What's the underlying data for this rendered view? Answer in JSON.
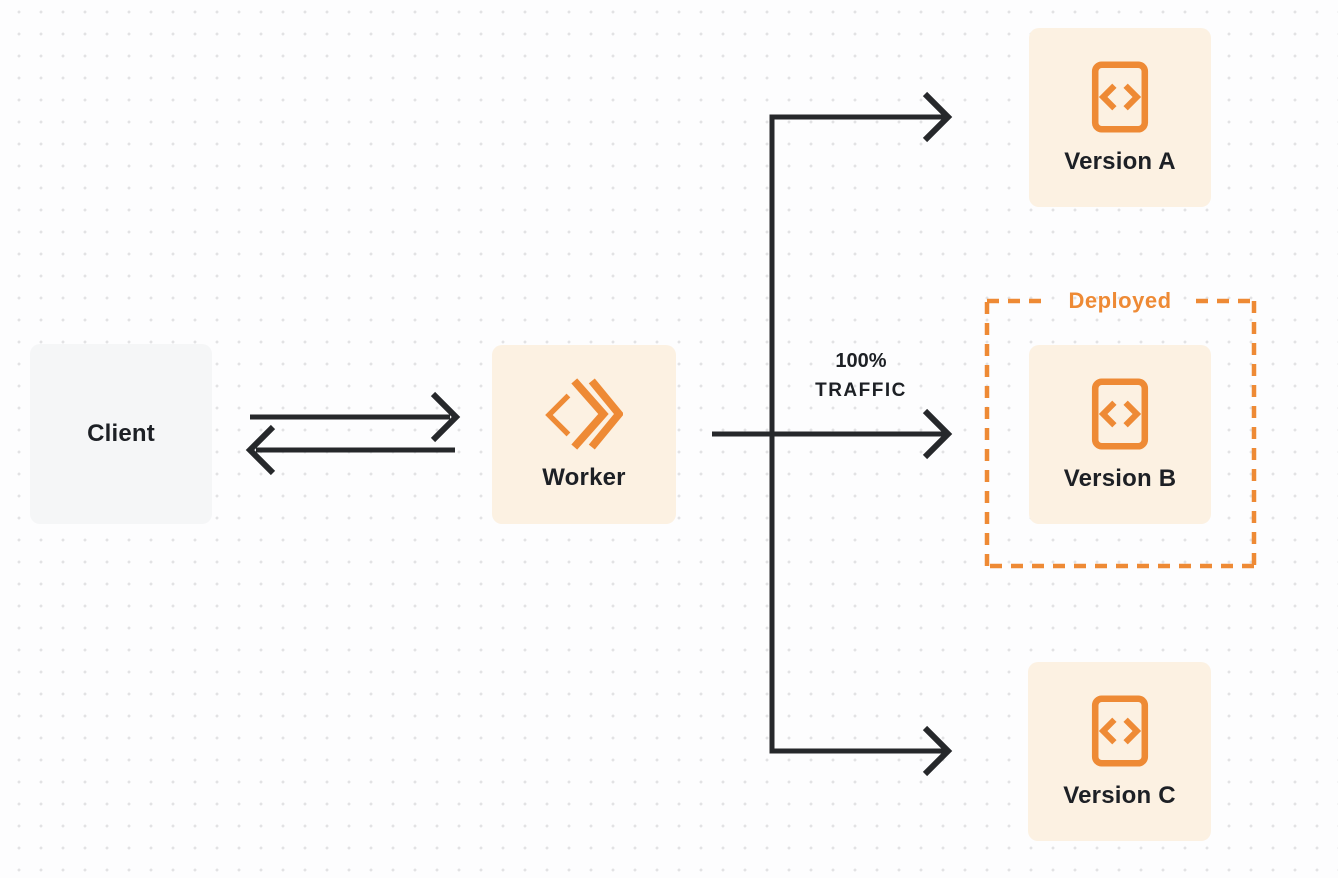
{
  "nodes": {
    "client": {
      "label": "Client"
    },
    "worker": {
      "label": "Worker"
    },
    "version_a": {
      "label": "Version A"
    },
    "version_b": {
      "label": "Version B"
    },
    "version_c": {
      "label": "Version C"
    }
  },
  "annotations": {
    "traffic_percent": "100%",
    "traffic_word": "TRAFFIC",
    "deployed_badge": "Deployed"
  },
  "icons": {
    "worker_icon": "double-chevron-diamond",
    "version_icon": "code-file"
  },
  "colors": {
    "accent_orange": "#EE8A35",
    "peach_background": "#FCF1E2",
    "client_background": "#F5F6F7",
    "connector_dark": "#26282B",
    "text_dark": "#1D2025",
    "dot_grid": "#E2E2E4",
    "page_background": "#FDFDFE"
  }
}
